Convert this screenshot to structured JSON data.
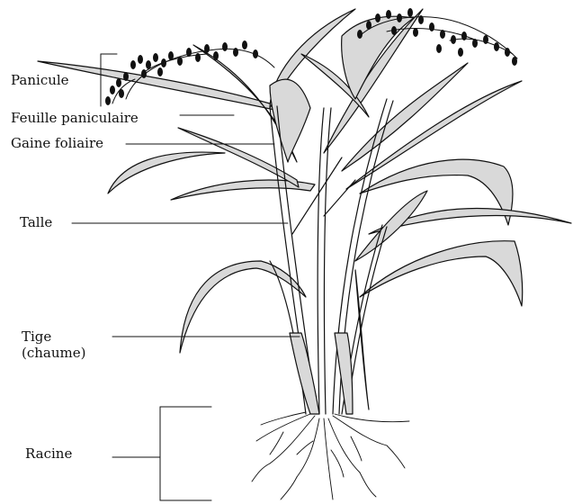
{
  "labels": {
    "panicule": "Panicule",
    "feuille_paniculaire": "Feuille paniculaire",
    "gaine_foliaire": "Gaine foliaire",
    "talle": "Talle",
    "tige_line1": "Tige",
    "tige_line2": "(chaume)",
    "racine": "Racine"
  },
  "colors": {
    "ink": "#111111",
    "leaf_fill": "#d9d9d9",
    "background": "#ffffff"
  }
}
